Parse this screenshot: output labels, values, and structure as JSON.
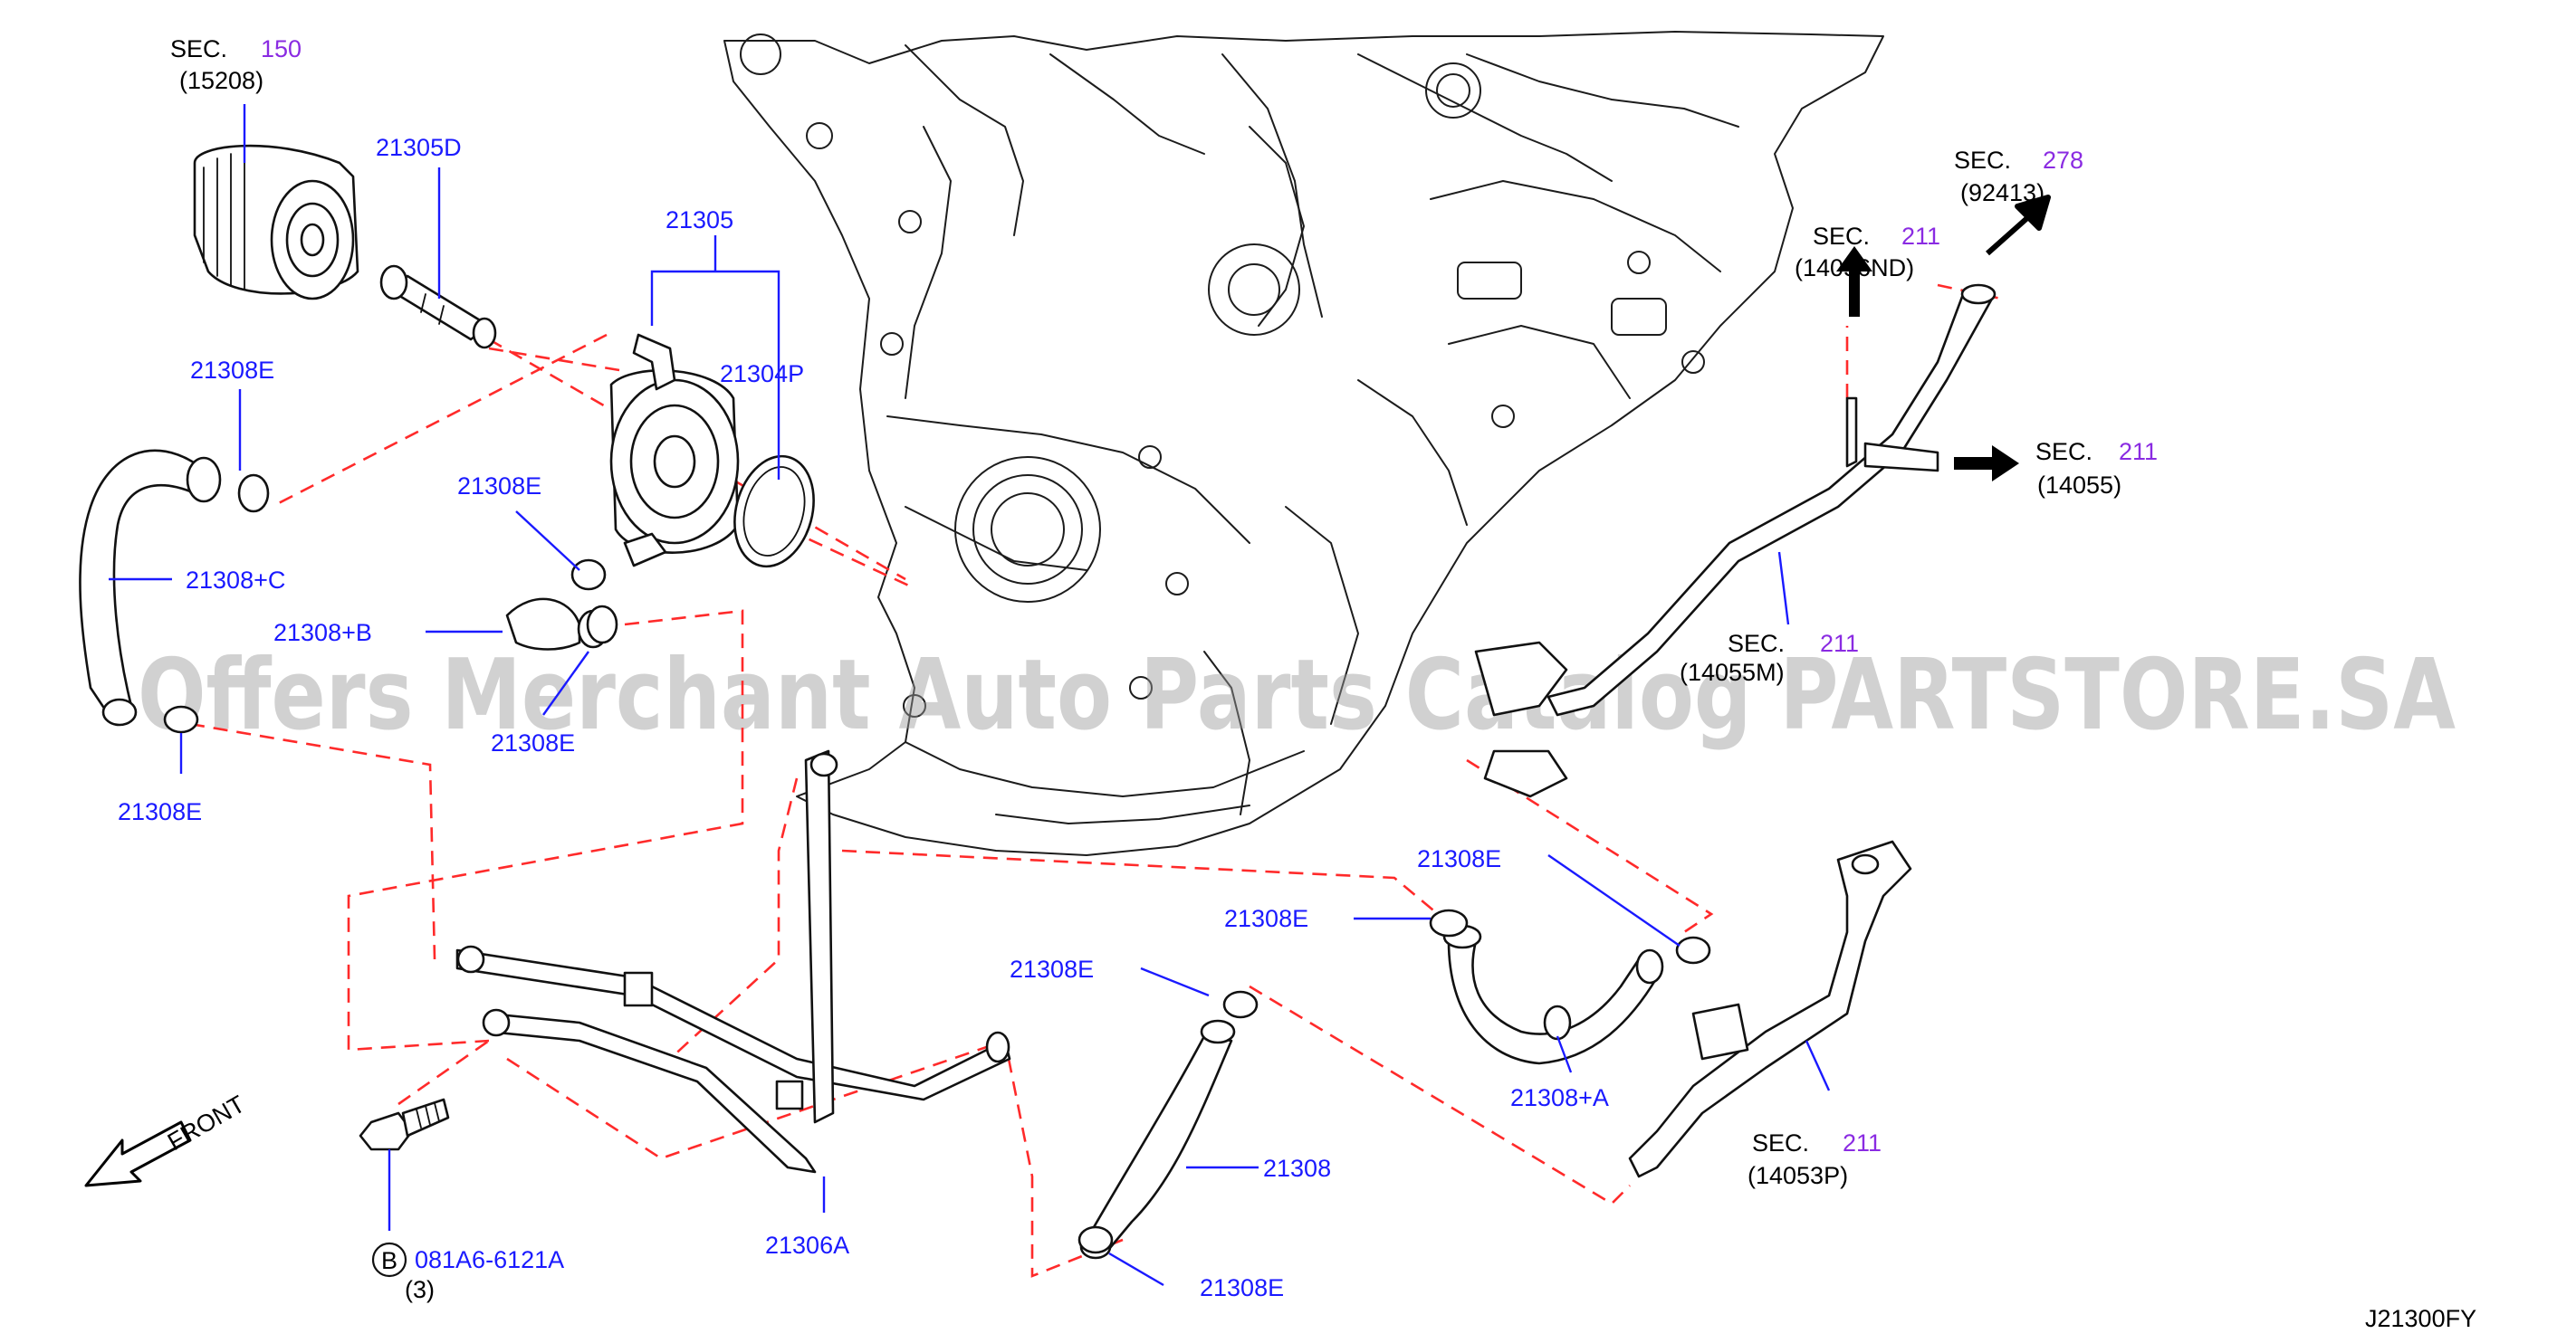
{
  "diagram_code": "J21300FY",
  "watermark": "Offers Merchant Auto Parts Catalog PARTSTORE.SA",
  "front_label": "FRONT",
  "colors": {
    "part_number": "#1a1aff",
    "section_number": "#8a2be2",
    "leader_dash": "#ff2a2a",
    "line": "#111111"
  },
  "section_refs": [
    {
      "prefix": "SEC.",
      "number": "150",
      "code": "(15208)"
    },
    {
      "prefix": "SEC.",
      "number": "278",
      "code": "(92413)"
    },
    {
      "prefix": "SEC.",
      "number": "211",
      "code": "(14056ND)"
    },
    {
      "prefix": "SEC.",
      "number": "211",
      "code": "(14055)"
    },
    {
      "prefix": "SEC.",
      "number": "211",
      "code": "(14055M)"
    },
    {
      "prefix": "SEC.",
      "number": "211",
      "code": "(14053P)"
    }
  ],
  "part_labels": {
    "p21305D": "21305D",
    "p21305": "21305",
    "p21304P": "21304P",
    "p21308E_a": "21308E",
    "p21308E_b": "21308E",
    "p21308E_c": "21308E",
    "p21308E_d": "21308E",
    "p21308E_e": "21308E",
    "p21308E_f": "21308E",
    "p21308E_g": "21308E",
    "p21308E_h": "21308E",
    "p21308C": "21308+C",
    "p21308B": "21308+B",
    "p21308A": "21308+A",
    "p21308": "21308",
    "p21306A": "21306A"
  },
  "bolt": {
    "badge": "B",
    "part": "081A6-6121A",
    "qty": "(3)"
  }
}
